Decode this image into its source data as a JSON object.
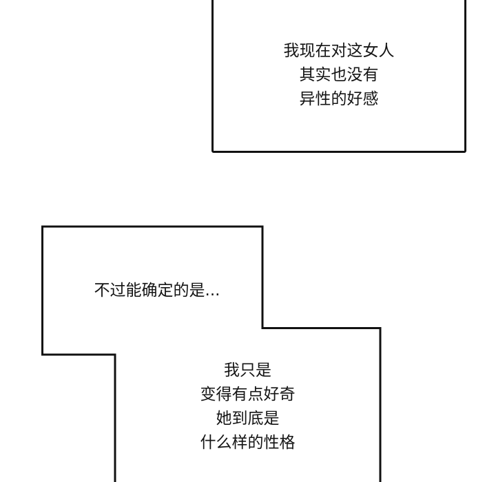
{
  "comic": {
    "panels": [
      {
        "id": "narration-box-top",
        "lines": [
          "我现在对这女人",
          "其实也没有",
          "异性的好感"
        ]
      },
      {
        "id": "narration-box-middle",
        "lines": [
          "不过能确定的是..."
        ]
      },
      {
        "id": "narration-box-bottom",
        "lines": [
          "我只是",
          "变得有点好奇",
          "她到底是",
          "什么样的性格"
        ]
      }
    ],
    "colors": {
      "background": "#ffffff",
      "border": "#111111",
      "text": "#141414"
    }
  }
}
